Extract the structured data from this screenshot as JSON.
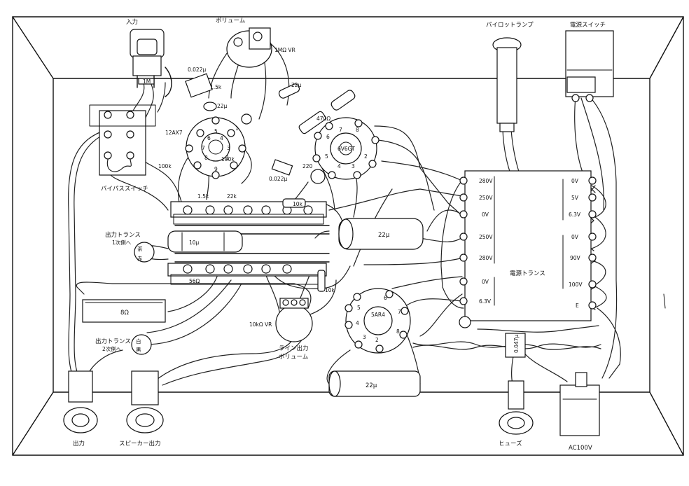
{
  "labels": {
    "input": "入力",
    "volume": "ボリューム",
    "vr_1m": "1MΩ VR",
    "cap_0022_top": "0.022μ",
    "res_15k_top": "1.5k",
    "cap_22u_a": "22μ",
    "cap_22u_b": "22μ",
    "res_470": "470Ω",
    "tube_12ax7": "12AX7",
    "tube_6v6gt": "6V6GT",
    "res_100k_a": "100k",
    "res_100k_b": "100k",
    "cap_220": "220",
    "cap_0022_mid": "0.022μ",
    "res_1m": "1M",
    "res_15k_mid": "1.5k",
    "res_22k": "22k",
    "res_10k_board": "10k",
    "bypass_switch": "バイパススイッチ",
    "out_trans_primary_1": "出力トランス",
    "out_trans_primary_2": "1次側へ",
    "wire_brown": "茶",
    "wire_red": "赤",
    "cap_10u": "10μ",
    "cap_22u_big": "22μ",
    "res_56": "56Ω",
    "res_8ohm": "8Ω",
    "res_10k_side": "10k",
    "vr_10k": "10kΩ VR",
    "line_out_1": "ライン出力",
    "line_out_2": "ボリューム",
    "tube_5ar4": "5AR4",
    "cap_22u_bottom": "22μ",
    "out_trans_secondary_1": "出力トランス",
    "out_trans_secondary_2": "2次側へ",
    "wire_white": "白",
    "wire_black": "黒",
    "output": "出力",
    "speaker_output": "スピーカー出力",
    "pilot_lamp": "パイロットランプ",
    "power_switch": "電源スイッチ",
    "power_trans": "電源トランス",
    "cap_0047": "0.047μ",
    "fuse": "ヒューズ",
    "ac100v": "AC100V"
  },
  "transformer_left_taps": [
    "280V",
    "250V",
    "0V",
    "250V",
    "280V",
    "0V",
    "6.3V"
  ],
  "transformer_right_taps": [
    "0V",
    "5V",
    "6.3V",
    "0V",
    "90V",
    "100V",
    "E"
  ],
  "tube_pin_numbers": [
    "1",
    "2",
    "3",
    "4",
    "5",
    "6",
    "7",
    "8",
    "9"
  ]
}
